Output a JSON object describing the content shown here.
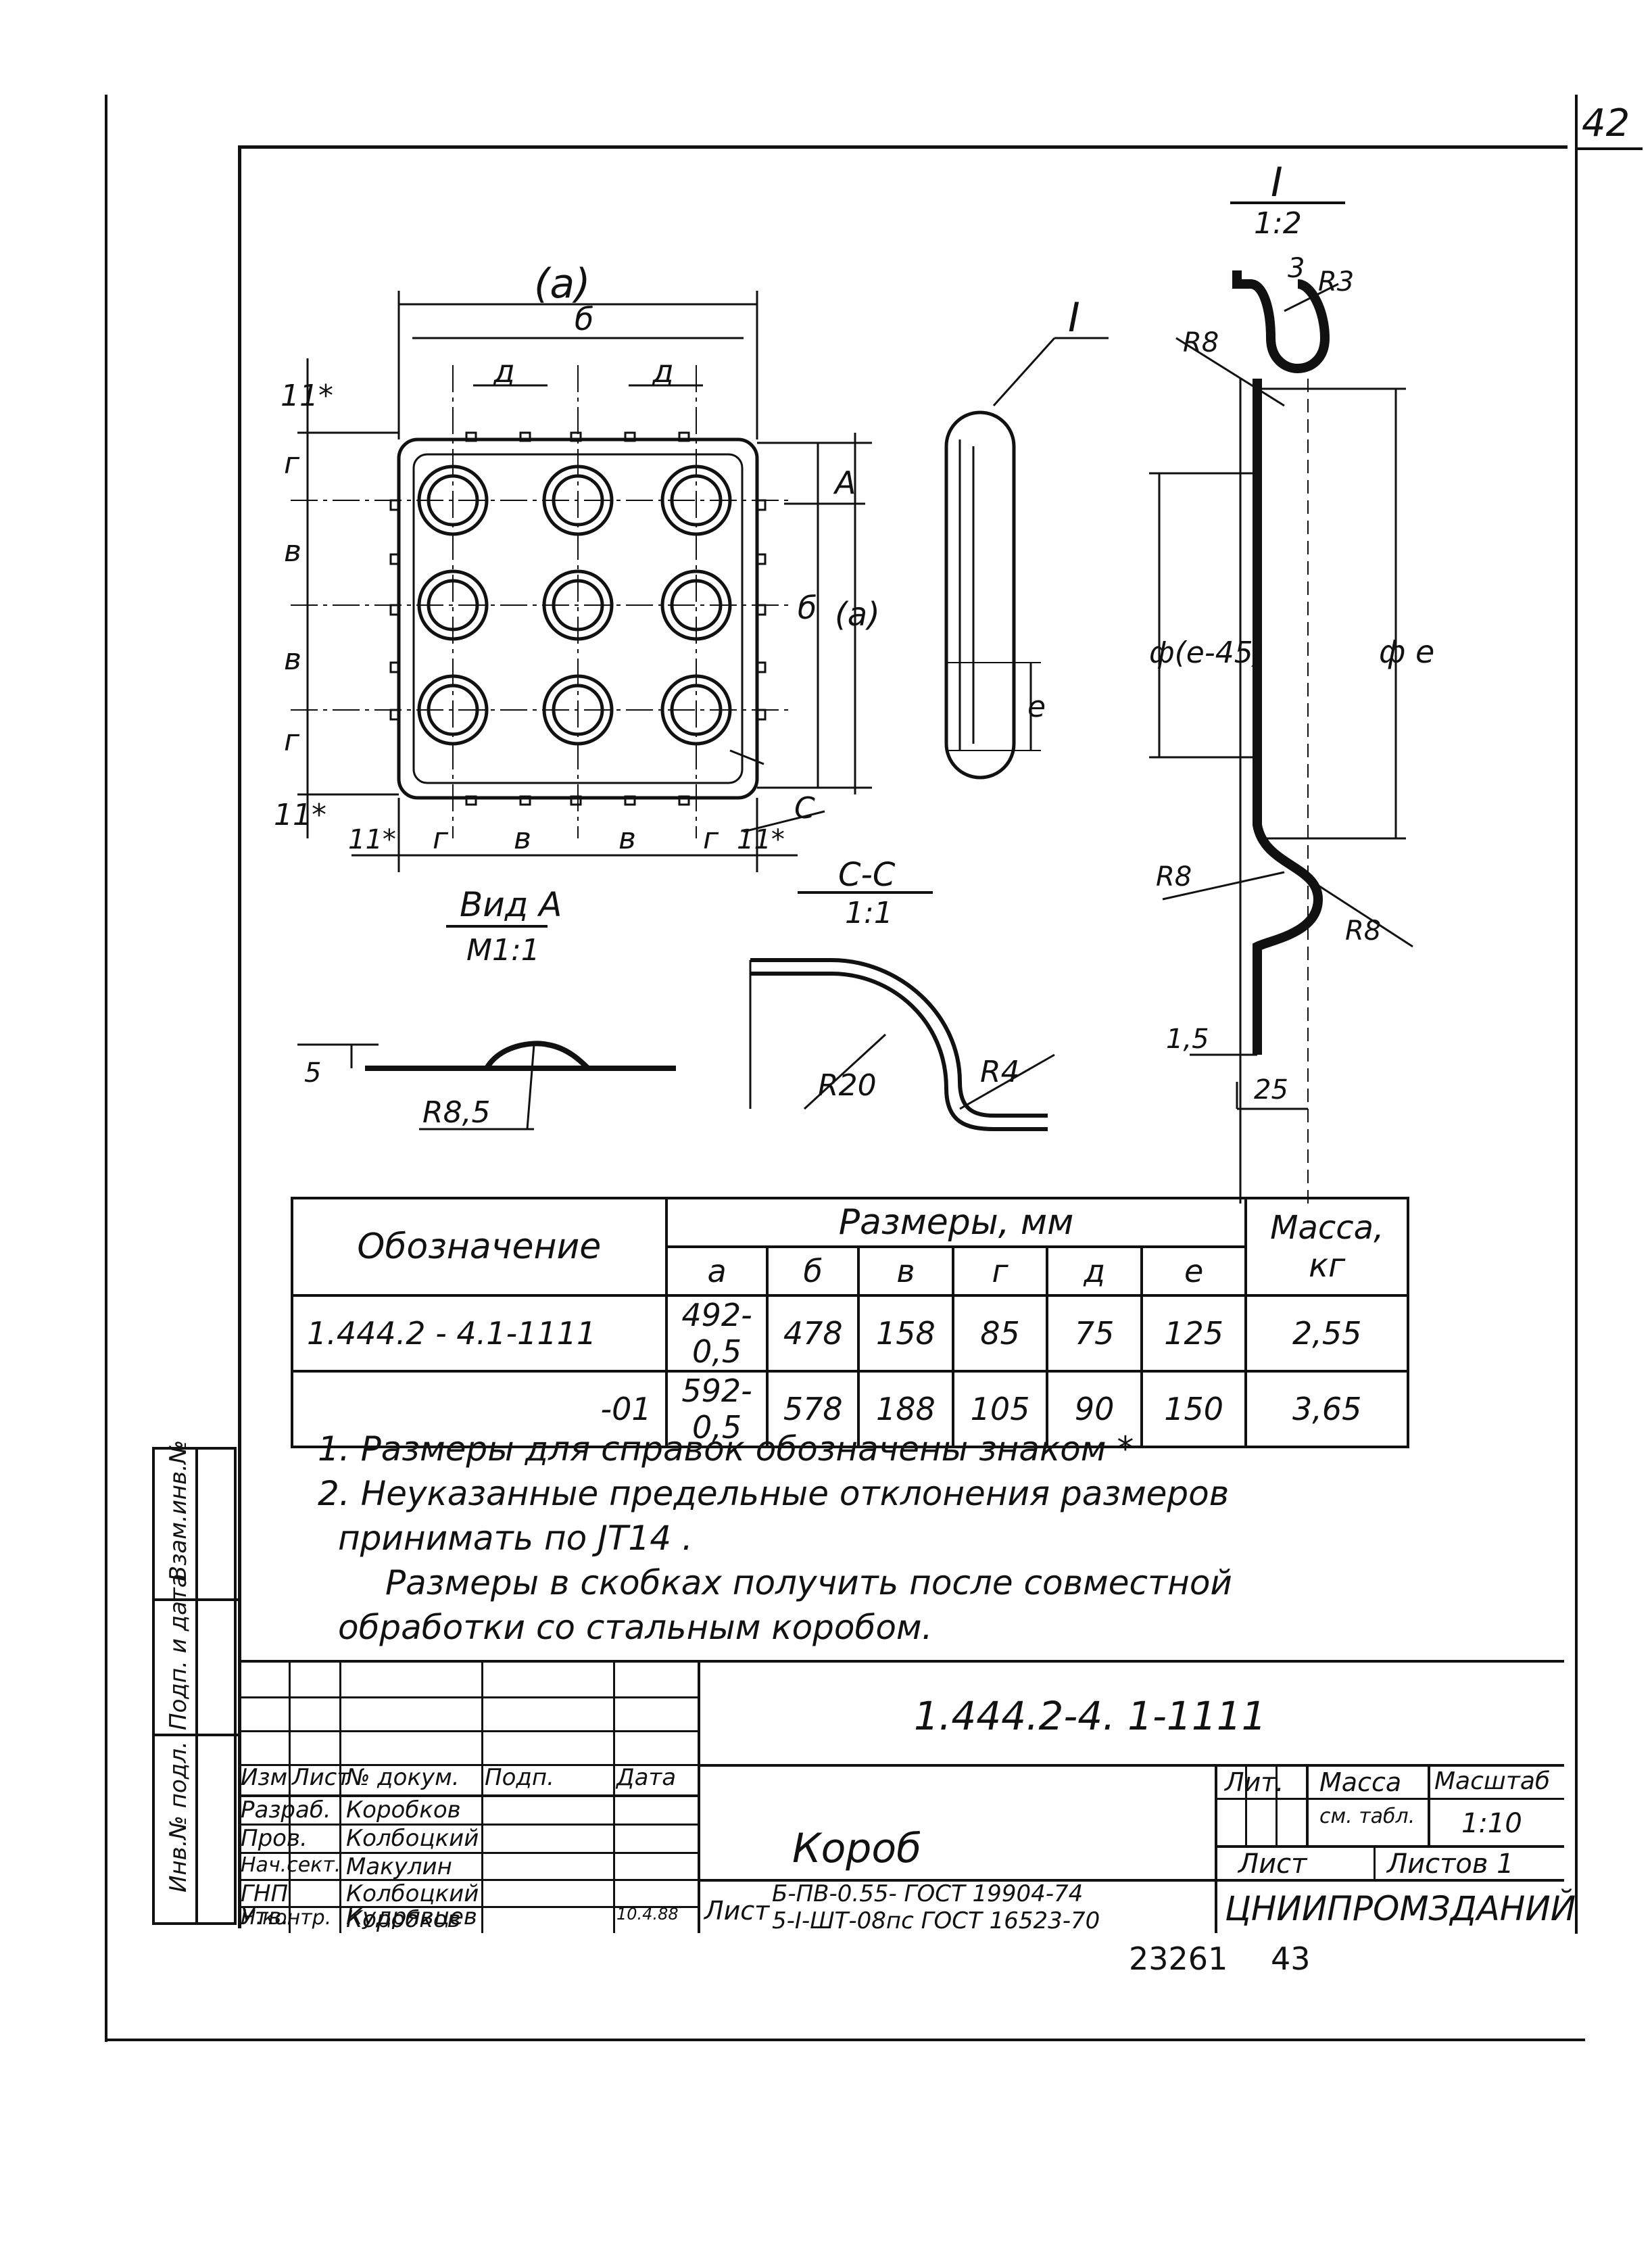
{
  "sheet": {
    "page_number": "42",
    "doc_code": "1.444.2-4. 1-1111",
    "title": "Короб",
    "stamp_number": "23261",
    "stamp_page": "43",
    "org": "ЦНИИПРОМЗДАНИЙ",
    "material_line1": "Б-ПВ-0.55- ГОСТ 19904-74",
    "material_line2": "5-I-ШТ-08пс ГОСТ 16523-70",
    "material_prefix": "Лист",
    "lit_label": "Лит.",
    "mass_label": "Масса",
    "mass_value": "см. табл.",
    "scale_label": "Масштаб",
    "scale_value": "1:10",
    "sheet_label": "Лист",
    "sheets_label": "Листов 1"
  },
  "side_stamp": {
    "inv_orig": "Инв.№ подл.",
    "sign_date": "Подп. и дата",
    "replace_inv": "Взам.инв.№"
  },
  "titleblock": {
    "header": [
      "Изм",
      "Лист",
      "№ докум.",
      "Подп.",
      "Дата"
    ],
    "rows": [
      {
        "role": "Разраб.",
        "name": "Коробков",
        "sign": "",
        "date": ""
      },
      {
        "role": "Пров.",
        "name": "Колбоцкий",
        "sign": "",
        "date": ""
      },
      {
        "role": "Нач.сект.",
        "name": "Макулин",
        "sign": "",
        "date": ""
      },
      {
        "role": "ГНП",
        "name": "Колбоцкий",
        "sign": "",
        "date": ""
      },
      {
        "role": "Н.контр.",
        "name": "Коробков",
        "sign": "",
        "date": ""
      },
      {
        "role": "Утв.",
        "name": "Кудрявцев",
        "sign": "",
        "date": "10.4.88"
      }
    ]
  },
  "table": {
    "col_designation": "Обозначение",
    "col_dims": "Размеры, мм",
    "col_mass": "Масса, кг",
    "dim_headers": [
      "а",
      "б",
      "в",
      "г",
      "д",
      "е"
    ],
    "rows": [
      {
        "designation": "1.444.2 - 4.1-1111",
        "a": "492-0,5",
        "b": "478",
        "v": "158",
        "g": "85",
        "d": "75",
        "e": "125",
        "mass": "2,55"
      },
      {
        "designation": "-01",
        "a": "592-0,5",
        "b": "578",
        "v": "188",
        "g": "105",
        "d": "90",
        "e": "150",
        "mass": "3,65"
      }
    ]
  },
  "notes": {
    "n1": "1.  Размеры  для  справок  обозначены  знаком *",
    "n2": "2.  Неуказанные  предельные  отклонения  размеров",
    "n2b": "принимать  по  JT14 .",
    "n3": "Размеры в скобках  получить  после  совместной",
    "n3b": "обработки  со  стальным  коробом."
  },
  "drawing": {
    "top_dim_a": "(а)",
    "top_dim_b": "б",
    "dim_d": "д",
    "dim_g": "г",
    "dim_v": "в",
    "dim_h": "11*",
    "dim_b_right": "б",
    "dim_a_right": "(а)",
    "label_A": "А",
    "label_C": "С",
    "detail_I": "I",
    "detail_scale": "1:2",
    "view_A": "Вид А",
    "view_A_scale": "М1:1",
    "section_cc": "С-С",
    "section_scale": "1:1",
    "dim_e": "е",
    "dim_phi_e": "ф е",
    "dim_phi_e45": "ф(е-45)",
    "r3": "R3",
    "r8": "R8",
    "r20": "R20",
    "r4": "R4",
    "r85": "R8,5",
    "dim_3": "3",
    "dim_5": "5",
    "dim_15": "1,5",
    "dim_25": "25"
  }
}
